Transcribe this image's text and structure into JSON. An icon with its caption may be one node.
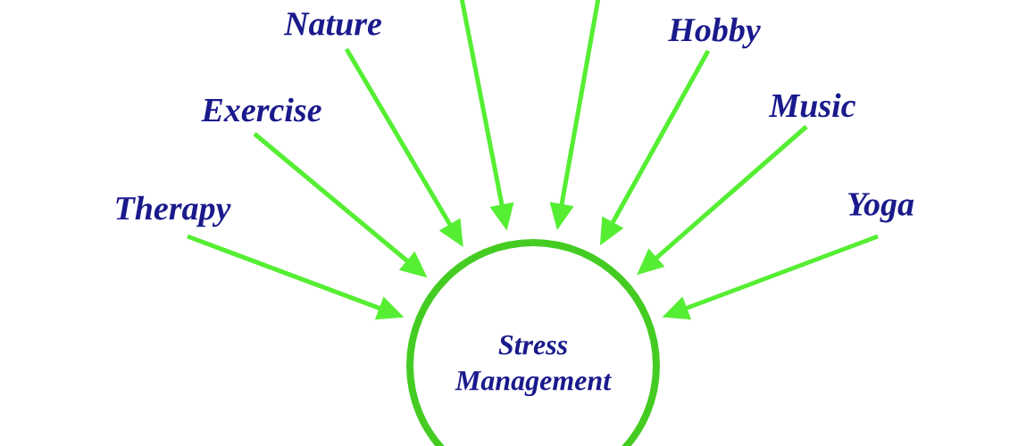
{
  "diagram": {
    "nodes": [
      {
        "text": [
          "Stress Management"
        ]
      },
      {
        "text": [
          "Therapy"
        ]
      },
      {
        "text": [
          "Exercise"
        ]
      },
      {
        "text": [
          "Nature"
        ]
      },
      {
        "text": [
          "Hobby"
        ]
      },
      {
        "text": [
          "Music"
        ]
      },
      {
        "text": [
          "Yoga"
        ]
      }
    ],
    "edges": [
      {
        "from": 1,
        "to": 0,
        "arrow": "to"
      },
      {
        "from": 2,
        "to": 0,
        "arrow": "to"
      },
      {
        "from": 3,
        "to": 0,
        "arrow": "to"
      },
      {
        "from": null,
        "to": 0,
        "arrow": "to"
      },
      {
        "from": null,
        "to": 0,
        "arrow": "to"
      },
      {
        "from": 4,
        "to": 0,
        "arrow": "to"
      },
      {
        "from": 5,
        "to": 0,
        "arrow": "to"
      },
      {
        "from": 6,
        "to": 0,
        "arrow": "to"
      }
    ]
  }
}
